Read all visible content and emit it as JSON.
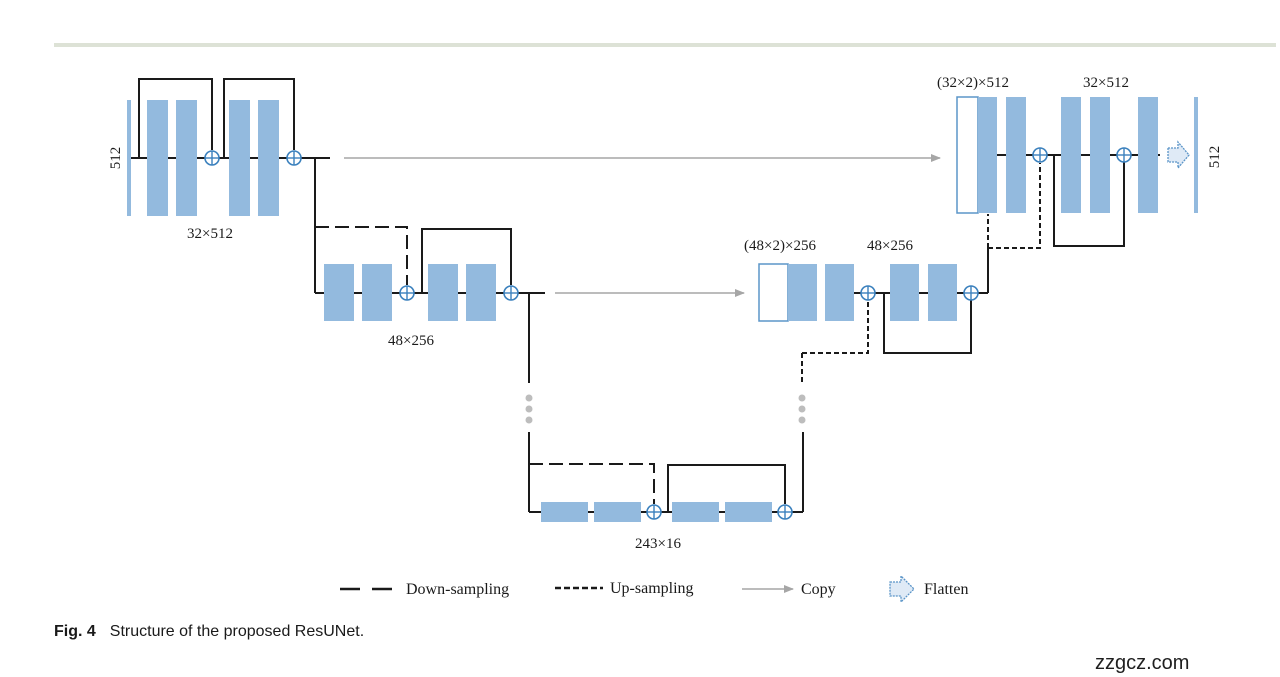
{
  "figure": {
    "label": "Fig. 4",
    "title": "Structure of the proposed ResUNet.",
    "input_size_label": "512",
    "output_size_label": "512",
    "block_labels": {
      "enc1": "32×512",
      "enc2": "48×256",
      "bottleneck": "243×16",
      "dec2_concat": "(48×2)×256",
      "dec2_out": "48×256",
      "dec1_concat": "(32×2)×512",
      "dec1_out": "32×512"
    },
    "legend": [
      {
        "key": "down",
        "label": "Down-sampling"
      },
      {
        "key": "up",
        "label": "Up-sampling"
      },
      {
        "key": "copy",
        "label": "Copy"
      },
      {
        "key": "flatten",
        "label": "Flatten"
      }
    ],
    "colors": {
      "block": "#93bade",
      "block_edge": "#5b95c8",
      "line": "#1a1a1a",
      "copy_arrow": "#a6a6a6",
      "dots": "#bdbdbd"
    }
  },
  "watermark": "zzgcz.com"
}
